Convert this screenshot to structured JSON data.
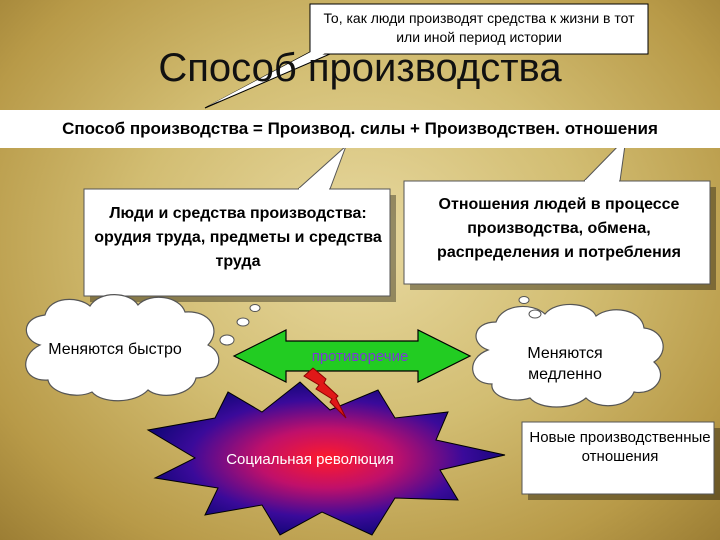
{
  "top_callout": "То, как люди производят средства к жизни в тот или иной период истории",
  "title": "Способ производства",
  "formula": "Способ производства = Производ. силы + Производствен. отношения",
  "productive_forces_box": "Люди и средства производства: орудия труда, предметы и средства труда",
  "relations_box": "Отношения людей в процессе производства, обмена, распределения и потребления",
  "cloud_left": "Меняются быстро",
  "cloud_right": "Меняются медленно",
  "contradiction_label": "противоречие",
  "revolution_label": "Социальная революция",
  "new_relations_box": "Новые производственные отношения",
  "colors": {
    "arrow_fill": "#22cc22",
    "lightning": "#e01818",
    "burst_outer": "#1a0a8a",
    "burst_inner": "#e0103a",
    "arrow_label": "#7a3bd6"
  },
  "icons": [
    "lightning-bolt-icon",
    "explosion-burst-icon",
    "double-arrow-icon",
    "thought-cloud-icon"
  ]
}
